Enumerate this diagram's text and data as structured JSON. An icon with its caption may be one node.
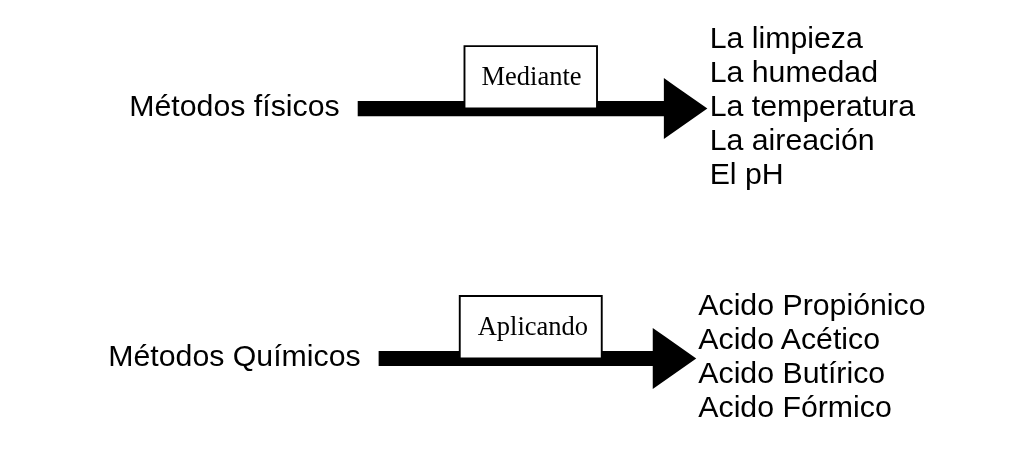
{
  "diagram": {
    "nodes": [
      {
        "text": [
          "Métodos físicos"
        ]
      },
      {
        "text": [
          "La limpieza",
          "La humedad",
          "La temperatura",
          "La aireación",
          "El pH"
        ]
      },
      {
        "text": [
          "Métodos Químicos"
        ]
      },
      {
        "text": [
          "Acido Propiónico",
          "Acido Acético",
          "Acido Butírico",
          "Acido Fórmico"
        ]
      }
    ],
    "edges": [
      {
        "from": 0,
        "to": 1,
        "arrow": "to",
        "label": "Mediante"
      },
      {
        "from": 2,
        "to": 3,
        "arrow": "to",
        "label": "Aplicando"
      }
    ]
  }
}
